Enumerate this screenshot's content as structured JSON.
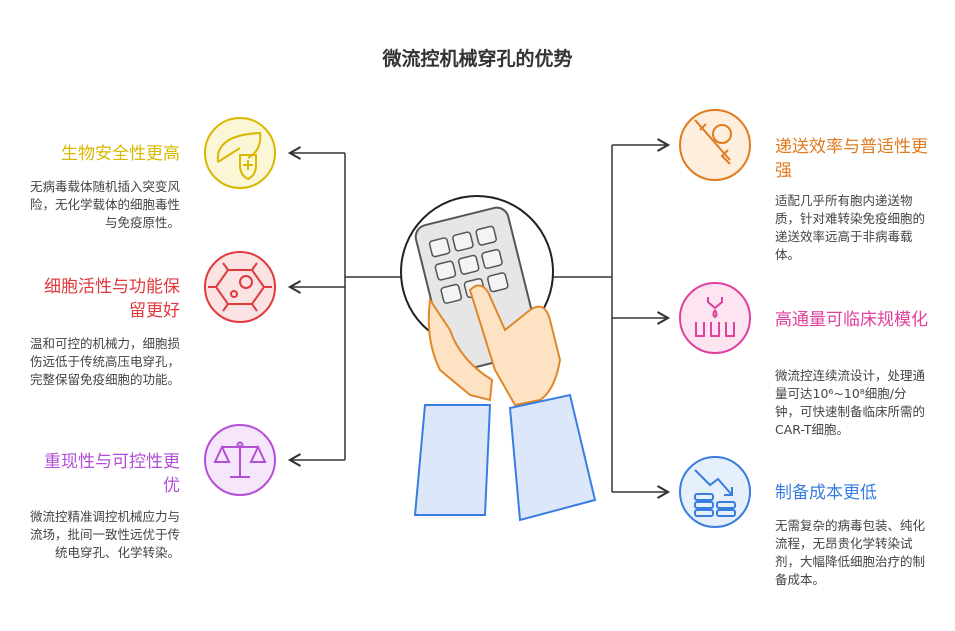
{
  "title": "微流控机械穿孔的优势",
  "left": [
    {
      "title": "生物安全性更高",
      "desc": "无病毒载体随机插入突变风险，无化学载体的细胞毒性与免疫原性。",
      "color": "#d9b800",
      "icon": "leaf-shield-icon"
    },
    {
      "title": "细胞活性与功能保留更好",
      "desc": "温和可控的机械力，细胞损伤远低于传统高压电穿孔，完整保留免疫细胞的功能。",
      "color": "#e0393e",
      "icon": "cell-icon"
    },
    {
      "title": "重现性与可控性更优",
      "desc": "微流控精准调控机械应力与流场，批间一致性远优于传统电穿孔、化学转染。",
      "color": "#b24fd6",
      "icon": "balance-scale-icon"
    }
  ],
  "right": [
    {
      "title": "递送效率与普适性更强",
      "desc": "适配几乎所有胞内递送物质，针对难转染免疫细胞的递送效率远高于非病毒载体。",
      "color": "#e07b1f",
      "icon": "syringe-cell-icon"
    },
    {
      "title": "高通量可临床规模化",
      "desc": "微流控连续流设计，处理通量可达10⁶~10⁸细胞/分钟，可快速制备临床所需的CAR-T细胞。",
      "color": "#e0409e",
      "icon": "droplet-vials-icon"
    },
    {
      "title": "制备成本更低",
      "desc": "无需复杂的病毒包装、纯化流程，无昂贵化学转染试剂，大幅降低细胞治疗的制备成本。",
      "color": "#3a7de0",
      "icon": "coins-down-icon"
    }
  ]
}
